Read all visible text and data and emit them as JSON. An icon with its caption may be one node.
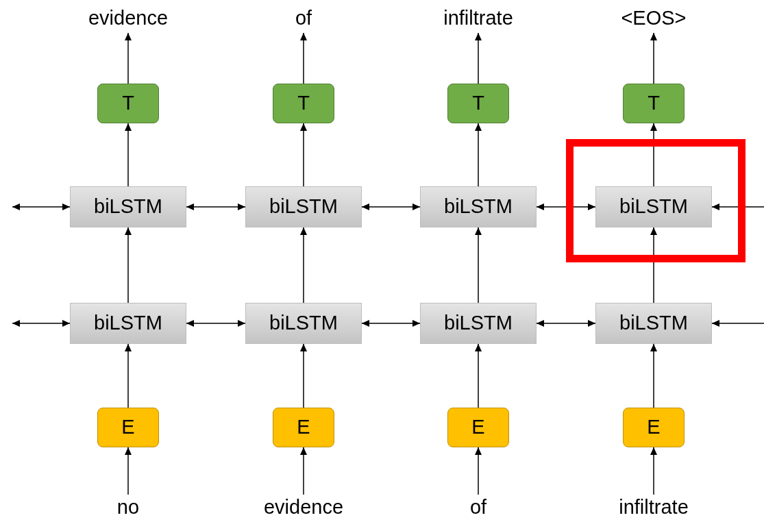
{
  "diagram": {
    "nodes": [
      {
        "text": [
          "evidence"
        ]
      },
      {
        "text": [
          "of"
        ]
      },
      {
        "text": [
          "infiltrate"
        ]
      },
      {
        "text": [
          "<EOS>"
        ]
      },
      {
        "text": [
          "T"
        ]
      },
      {
        "text": [
          "T"
        ]
      },
      {
        "text": [
          "T"
        ]
      },
      {
        "text": [
          "T"
        ]
      },
      {
        "text": [
          "biLSTM"
        ]
      },
      {
        "text": [
          "biLSTM"
        ]
      },
      {
        "text": [
          "biLSTM"
        ]
      },
      {
        "text": [],
        "shape": "box"
      },
      {
        "text": [
          "biLSTM"
        ],
        "in": 11
      },
      {
        "text": [
          "biLSTM"
        ]
      },
      {
        "text": [
          "biLSTM"
        ]
      },
      {
        "text": [
          "biLSTM"
        ]
      },
      {
        "text": [
          "biLSTM"
        ]
      },
      {
        "text": [
          "E"
        ]
      },
      {
        "text": [
          "E"
        ]
      },
      {
        "text": [
          "E"
        ]
      },
      {
        "text": [
          "E"
        ]
      },
      {
        "text": [
          "no"
        ]
      },
      {
        "text": [
          "evidence"
        ]
      },
      {
        "text": [
          "of"
        ]
      },
      {
        "text": [
          "infiltrate"
        ]
      }
    ],
    "edges": [
      {
        "from": 21,
        "to": 17,
        "arrow": "to"
      },
      {
        "from": 22,
        "to": 18,
        "arrow": "to"
      },
      {
        "from": 23,
        "to": 19,
        "arrow": "to"
      },
      {
        "from": 24,
        "to": 20,
        "arrow": "to"
      },
      {
        "from": 17,
        "to": 13,
        "arrow": "to"
      },
      {
        "from": 18,
        "to": 14,
        "arrow": "to"
      },
      {
        "from": 19,
        "to": 15,
        "arrow": "to"
      },
      {
        "from": 20,
        "to": 16,
        "arrow": "to"
      },
      {
        "from": 13,
        "to": 8,
        "arrow": "to"
      },
      {
        "from": 14,
        "to": 9,
        "arrow": "to"
      },
      {
        "from": 15,
        "to": 10,
        "arrow": "to"
      },
      {
        "from": 16,
        "to": 12,
        "arrow": "to"
      },
      {
        "from": 8,
        "to": 4,
        "arrow": "to"
      },
      {
        "from": 9,
        "to": 5,
        "arrow": "to"
      },
      {
        "from": 10,
        "to": 6,
        "arrow": "to"
      },
      {
        "from": 12,
        "to": 7,
        "arrow": "to"
      },
      {
        "from": 4,
        "to": 0,
        "arrow": "to"
      },
      {
        "from": 5,
        "to": 1,
        "arrow": "to"
      },
      {
        "from": 6,
        "to": 2,
        "arrow": "to"
      },
      {
        "from": 7,
        "to": 3,
        "arrow": "to"
      },
      {
        "from": null,
        "to": 13,
        "arrow": "both"
      },
      {
        "from": 13,
        "to": 14,
        "arrow": "both"
      },
      {
        "from": 14,
        "to": 15,
        "arrow": "both"
      },
      {
        "from": 15,
        "to": 16,
        "arrow": "both"
      },
      {
        "from": 16,
        "to": null,
        "arrow": "both"
      },
      {
        "from": null,
        "to": 8,
        "arrow": "both"
      },
      {
        "from": 8,
        "to": 9,
        "arrow": "both"
      },
      {
        "from": 9,
        "to": 10,
        "arrow": "both"
      },
      {
        "from": 10,
        "to": 12,
        "arrow": "both"
      },
      {
        "from": 12,
        "to": null,
        "arrow": "both"
      }
    ]
  }
}
